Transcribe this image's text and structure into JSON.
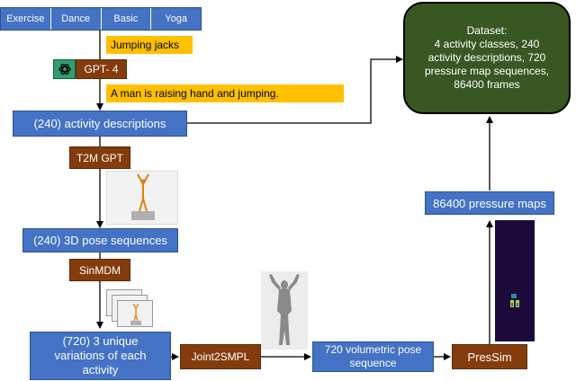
{
  "activity_classes": [
    "Exercise",
    "Dance",
    "Basic",
    "Yoga"
  ],
  "activity_name": "Jumping jacks",
  "gpt4_label": "GPT- 4",
  "description_example": "A man is raising hand and jumping.",
  "activity_descriptions": "(240) activity descriptions",
  "t2m_gpt": "T2M GPT",
  "pose_sequences_3d": "(240) 3D pose sequences",
  "sinmdm": "SinMDM",
  "unique_variations": "(720) 3 unique variations of each activity",
  "joint2smpl": "Joint2SMPL",
  "volumetric_pose": "720 volumetric pose sequence",
  "pressim": "PresSim",
  "pressure_maps": "86400 pressure maps",
  "dataset": {
    "title": "Dataset:",
    "line1": "4 activity classes, 240",
    "line2": "activity descriptions, 720",
    "line3": "pressure map sequences,",
    "line4": "86400 frames"
  },
  "colors": {
    "blue": "#4472c4",
    "brown": "#843c0c",
    "yellow": "#ffc000",
    "green": "#385723",
    "arrow": "#000000"
  }
}
